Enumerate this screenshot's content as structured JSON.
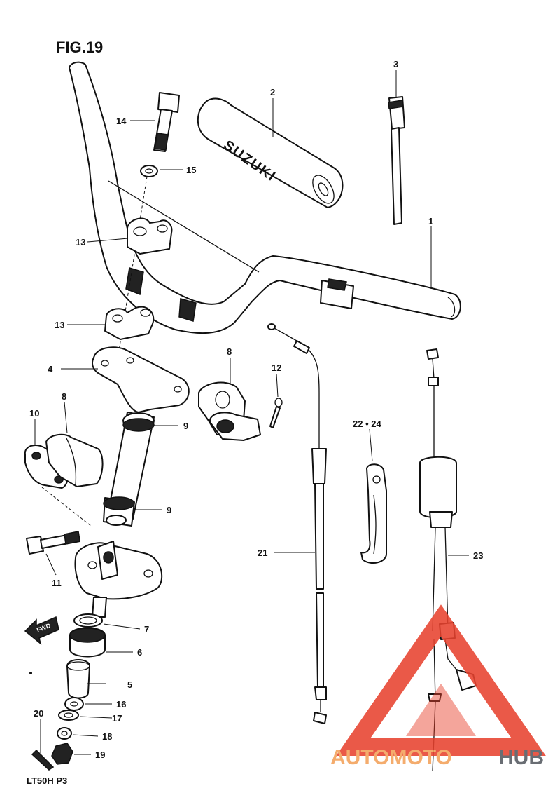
{
  "figure_title": "FIG.19",
  "model_label": "LT50H P3",
  "fwd_arrow_label": "FWD",
  "grip_brand_text": "SUZUKI",
  "watermark": {
    "text_part1": "AUTOMOTO",
    "text_part2": "HUB",
    "color_accent": "#f3a15a",
    "color_dark": "#555a60",
    "color_triangle": "#e8432f"
  },
  "callouts": [
    {
      "id": "c1",
      "label": "1"
    },
    {
      "id": "c2",
      "label": "2"
    },
    {
      "id": "c3",
      "label": "3"
    },
    {
      "id": "c4",
      "label": "4"
    },
    {
      "id": "c5",
      "label": "5"
    },
    {
      "id": "c6",
      "label": "6"
    },
    {
      "id": "c7",
      "label": "7"
    },
    {
      "id": "c8a",
      "label": "8"
    },
    {
      "id": "c8b",
      "label": "8"
    },
    {
      "id": "c9a",
      "label": "9"
    },
    {
      "id": "c9b",
      "label": "9"
    },
    {
      "id": "c10",
      "label": "10"
    },
    {
      "id": "c11",
      "label": "11"
    },
    {
      "id": "c12",
      "label": "12"
    },
    {
      "id": "c13a",
      "label": "13"
    },
    {
      "id": "c13b",
      "label": "13"
    },
    {
      "id": "c14",
      "label": "14"
    },
    {
      "id": "c15",
      "label": "15"
    },
    {
      "id": "c16",
      "label": "16"
    },
    {
      "id": "c17",
      "label": "17"
    },
    {
      "id": "c18",
      "label": "18"
    },
    {
      "id": "c19",
      "label": "19"
    },
    {
      "id": "c20",
      "label": "20"
    },
    {
      "id": "c21",
      "label": "21"
    },
    {
      "id": "c22",
      "label": "22 • 24"
    },
    {
      "id": "c23",
      "label": "23"
    }
  ]
}
